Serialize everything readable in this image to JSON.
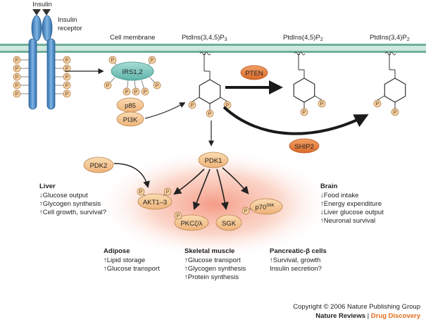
{
  "labels": {
    "insulin": "Insulin",
    "insulin_receptor": [
      "Insulin",
      "receptor"
    ],
    "cell_membrane": "Cell membrane",
    "pip3_top": "PtdIns(3,4,5)P",
    "pip3_sub": "3",
    "pip2_45": "PtdIns(4,5)P",
    "pip2_45_sub": "2",
    "pip2_34": "PtdIns(3,4)P",
    "pip2_34_sub": "2",
    "p_letter": "P"
  },
  "nodes": {
    "irs": "IRS1,2",
    "p85": "p85",
    "pi3k": "PI3K",
    "pten": "PTEN",
    "ship2": "SHIP2",
    "pdk1": "PDK1",
    "pdk2": "PDK2",
    "akt": "AKT1–3",
    "pkc": "PKCζ/λ",
    "sgk": "SGK",
    "p70": "p70",
    "p70_sup": "S6K"
  },
  "effects": {
    "liver": {
      "title": "Liver",
      "lines": [
        "↓Glucose output",
        "↑Glycogen synthesis",
        "↑Cell growth, survival?"
      ]
    },
    "brain": {
      "title": "Brain",
      "lines": [
        "↓Food intake",
        "↑Energy expenditure",
        "↓Liver glucose output",
        "↑Neuronal survival"
      ]
    },
    "adipose": {
      "title": "Adipose",
      "lines": [
        "↑Lipid storage",
        "↑Glucose transport"
      ]
    },
    "skeletal": {
      "title": "Skeletal muscle",
      "lines": [
        "↑Glucose transport",
        "↑Glycogen synthesis",
        "↑Protein synthesis"
      ]
    },
    "pancreatic": {
      "title": "Pancreatic-β cells",
      "lines": [
        "↑Survival, growth",
        "Insulin secretion?"
      ]
    }
  },
  "footer": {
    "copyright": "Copyright © 2006 Nature Publishing Group",
    "journal": "Nature Reviews",
    "separator": " | ",
    "section": "Drug Discovery"
  },
  "colors": {
    "receptor": "#4f8fc9",
    "membrane": "#7cb8a6",
    "irs": "#7fc6bd",
    "protein_tan": "#f3c48e",
    "protein_orange": "#e8823e",
    "phosphate_fill": "#f6d2a4",
    "glow": "#f08a70",
    "journal_orange": "#e36c1b"
  }
}
